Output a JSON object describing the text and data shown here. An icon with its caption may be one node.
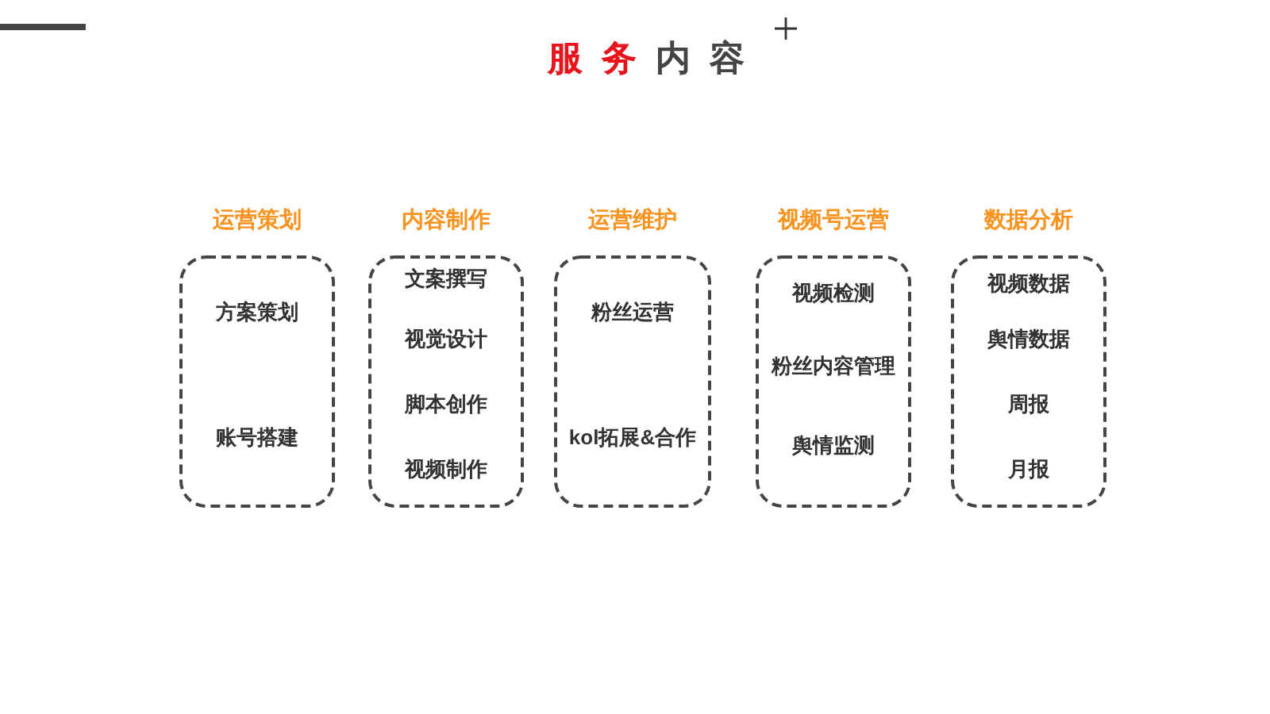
{
  "diagram": {
    "title": "服务内容",
    "nodes": [
      {
        "text": [
          "运营策划",
          "方案策划",
          "账号搭建"
        ]
      },
      {
        "text": [
          "内容制作",
          "文案撰写",
          "视觉设计",
          "脚本创作",
          "视频制作"
        ]
      },
      {
        "text": [
          "运营维护",
          "粉丝运营",
          "kol拓展&合作"
        ]
      },
      {
        "text": [
          "视频号运营",
          "视频检测",
          "粉丝内容管理",
          "舆情监测"
        ]
      },
      {
        "text": [
          "数据分析",
          "视频数据",
          "舆情数据",
          "周报",
          "月报"
        ]
      }
    ]
  }
}
